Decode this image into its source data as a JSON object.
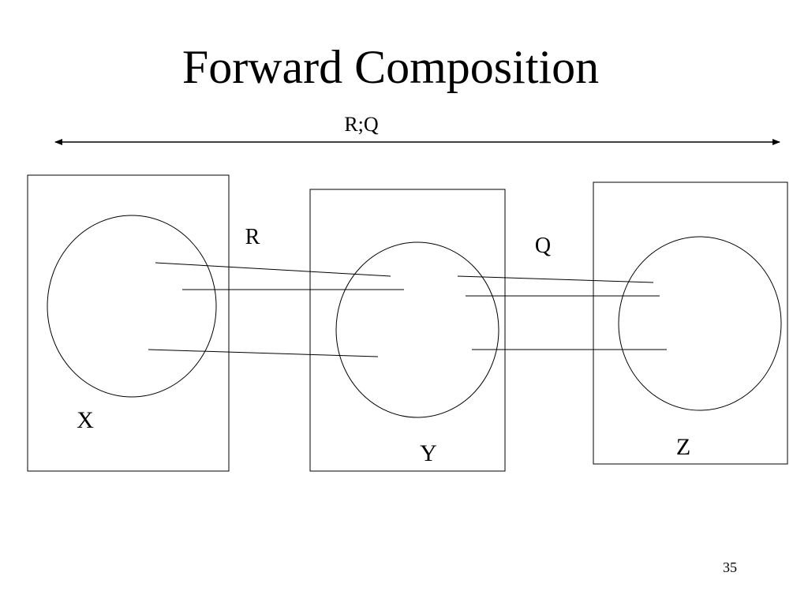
{
  "slide": {
    "title": "Forward Composition",
    "page_number": "35"
  },
  "diagram": {
    "composition_label": "R;Q",
    "relation_left_label": "R",
    "relation_right_label": "Q",
    "sets": [
      {
        "label": "X"
      },
      {
        "label": "Y"
      },
      {
        "label": "Z"
      }
    ]
  }
}
